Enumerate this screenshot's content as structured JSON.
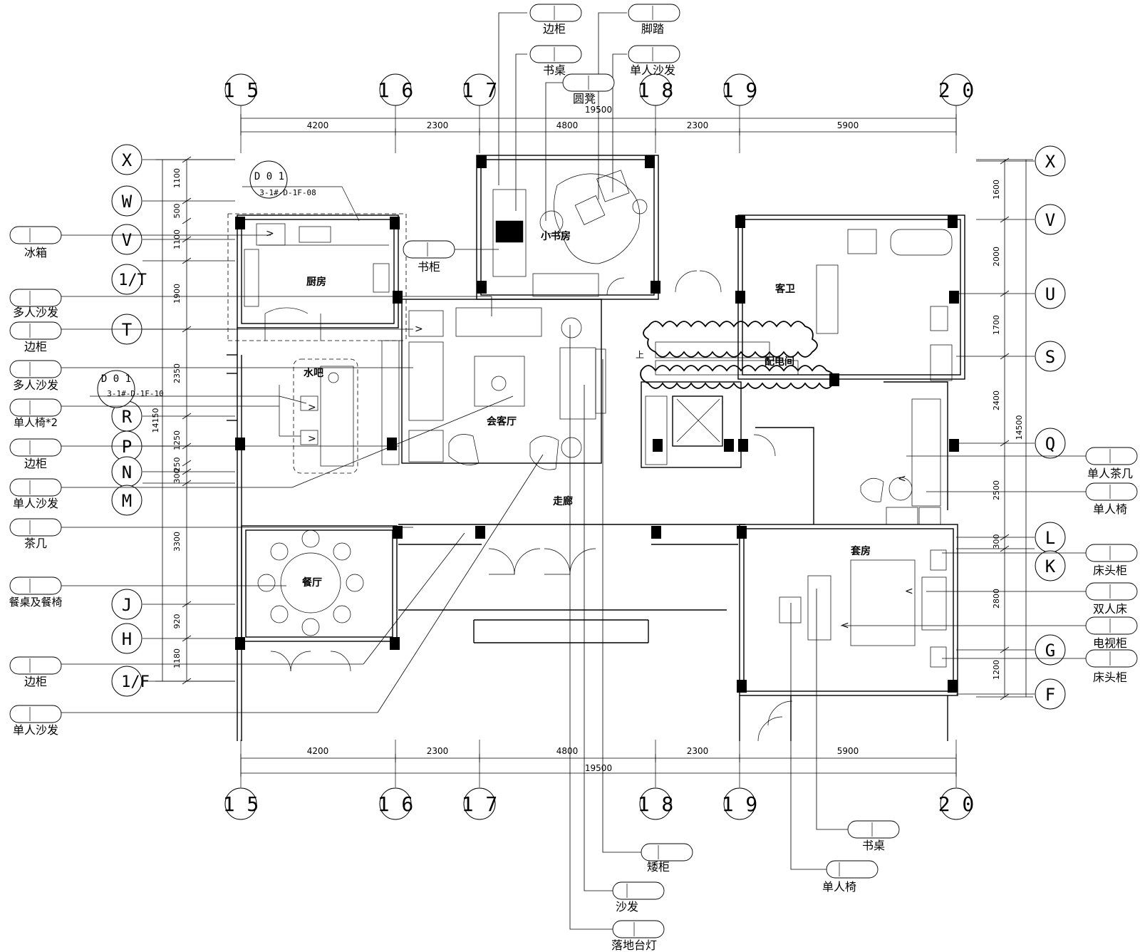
{
  "axes_columns": [
    "1 5",
    "1 6",
    "1 7",
    "1 8",
    "1 9",
    "2 0"
  ],
  "axes_rows_left": [
    "X",
    "W",
    "V",
    "1/T",
    "T",
    "R",
    "P",
    "N",
    "M",
    "J",
    "H",
    "1/F"
  ],
  "axes_rows_right": [
    "X",
    "V",
    "U",
    "S",
    "Q",
    "L",
    "K",
    "G",
    "F"
  ],
  "dims_top": {
    "total": "19500",
    "segments": [
      "4200",
      "2300",
      "4800",
      "2300",
      "5900"
    ]
  },
  "dims_bottom": {
    "total": "19500",
    "segments": [
      "4200",
      "2300",
      "4800",
      "2300",
      "5900"
    ]
  },
  "dims_left": {
    "total": "14150",
    "segments": [
      "1100",
      "500",
      "1100",
      "1900",
      "2350",
      "1250",
      "250",
      "300",
      "3300",
      "920",
      "1180"
    ]
  },
  "dims_right": {
    "total": "14500",
    "segments": [
      "1600",
      "2000",
      "1700",
      "2400",
      "2500",
      "300",
      "2800",
      "1200"
    ]
  },
  "rooms": {
    "kitchen": "厨房",
    "study": "小书房",
    "guest_bath": "客卫",
    "water_bar": "水吧",
    "living": "会客厅",
    "electric": "配电间",
    "corridor": "走廊",
    "dining": "餐厅",
    "suite": "套房"
  },
  "drawing_refs": [
    {
      "code": "D 0 1",
      "sheet": "3-1#-D-1F-08"
    },
    {
      "code": "D 0 1",
      "sheet": "3-1#-D-1F-10"
    }
  ],
  "stair_up": "上",
  "tags_left": [
    "冰箱",
    "多人沙发",
    "边柜",
    "多人沙发",
    "单人椅*2",
    "边柜",
    "单人沙发",
    "茶几",
    "餐桌及餐椅",
    "边柜",
    "单人沙发"
  ],
  "tags_top": [
    "边柜",
    "脚踏",
    "书桌",
    "单人沙发",
    "圆凳"
  ],
  "tag_shelf": "书柜",
  "tags_right": [
    "单人茶几",
    "单人椅",
    "床头柜",
    "双人床",
    "电视柜",
    "床头柜"
  ],
  "tags_bottom": [
    "书桌",
    "矮柜",
    "单人椅",
    "沙发",
    "落地台灯"
  ]
}
